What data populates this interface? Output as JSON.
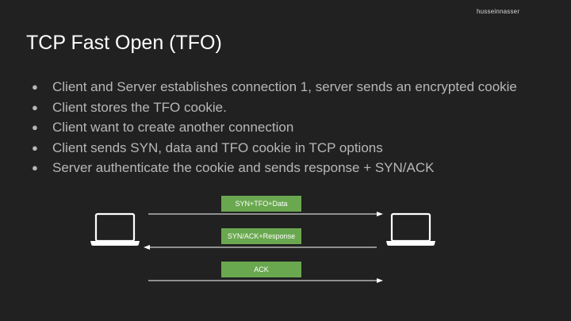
{
  "author": "husseinnasser",
  "title": "TCP Fast Open (TFO)",
  "bullets": [
    {
      "marker": "●",
      "text": "Client and Server establishes connection 1, server sends an encrypted cookie"
    },
    {
      "marker": "●",
      "text": "Client stores the TFO cookie."
    },
    {
      "marker": "●",
      "text": "Client want to create another connection"
    },
    {
      "marker": "●",
      "text": "Client sends SYN, data and TFO cookie in TCP options"
    },
    {
      "marker": "●",
      "text": "Server authenticate the cookie and sends response + SYN/ACK"
    }
  ],
  "diagram": {
    "nodes": [
      {
        "id": "client",
        "icon": "laptop-icon"
      },
      {
        "id": "server",
        "icon": "laptop-icon"
      }
    ],
    "messages": [
      {
        "label": "SYN+TFO+Data",
        "from": "client",
        "to": "server"
      },
      {
        "label": "SYN/ACK+Response",
        "from": "server",
        "to": "client"
      },
      {
        "label": "ACK",
        "from": "client",
        "to": "server"
      }
    ],
    "colors": {
      "label_fill": "#6aa84f",
      "background": "#212121",
      "arrow": "#ffffff"
    }
  }
}
